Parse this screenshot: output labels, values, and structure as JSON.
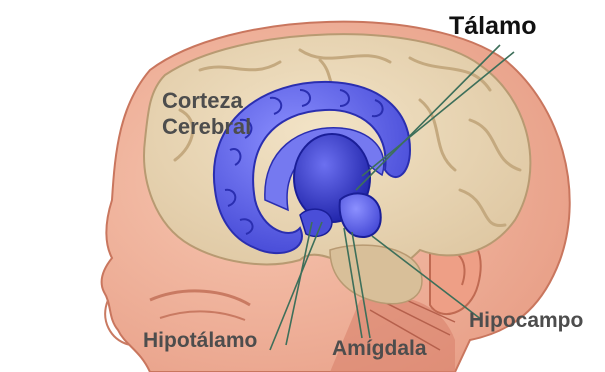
{
  "labels": {
    "talamo": "Tálamo",
    "corteza_line1": "Corteza",
    "corteza_line2": "Cerebral",
    "hipotalamo": "Hipotálamo",
    "amigdala": "Amígdala",
    "hipocampo": "Hipocampo"
  },
  "colors": {
    "skin": "#f2b39a",
    "skin_shadow": "#e48d74",
    "brain": "#e9d7b6",
    "brain_fold": "#cdb592",
    "limbic_blue": "#5a5ee0",
    "limbic_dark": "#2b2fb8",
    "leader_line": "#3d6f5a"
  }
}
